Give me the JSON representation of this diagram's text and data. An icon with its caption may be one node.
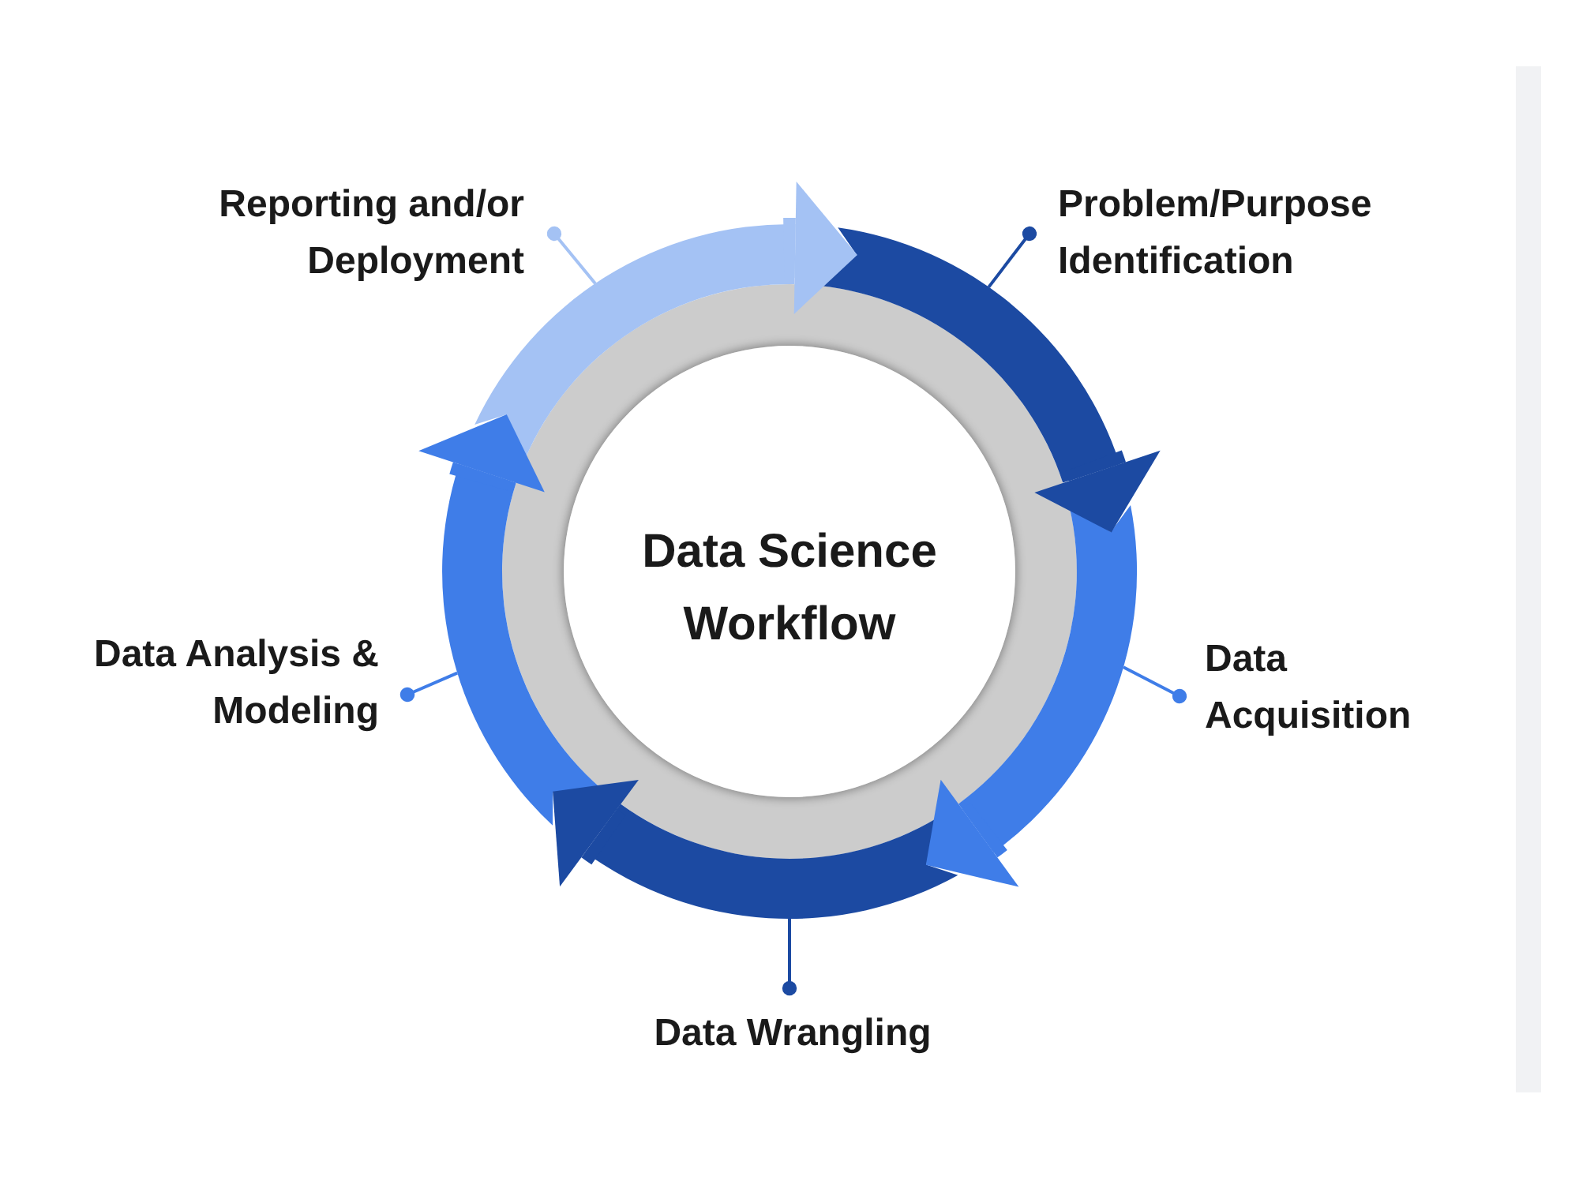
{
  "diagram": {
    "nodes": [
      {
        "text": [
          "Reporting and/or Deployment"
        ]
      },
      {
        "text": [
          "Problem/Purpose Identification"
        ]
      },
      {
        "text": [
          "Data Science Workflow"
        ]
      },
      {
        "text": [
          "Data Analysis & Modeling"
        ]
      },
      {
        "text": [
          "Data Acquisition"
        ]
      },
      {
        "text": [
          "Data Wrangling"
        ]
      },
      {
        "text": [],
        "shape": "arc"
      },
      {
        "text": [],
        "shape": "arc"
      },
      {
        "text": [],
        "shape": "arc"
      },
      {
        "text": [],
        "shape": "arc"
      },
      {
        "text": [],
        "shape": "arc"
      }
    ],
    "edges": [
      {
        "from": 0,
        "to": 6,
        "arrow": "other",
        "color": "#a4c2f4"
      },
      {
        "from": 1,
        "to": 7,
        "arrow": "other",
        "color": "#1c4aa2"
      },
      {
        "from": 3,
        "to": 8,
        "arrow": "other",
        "color": "#3f7de8"
      },
      {
        "from": 4,
        "to": 9,
        "arrow": "other",
        "color": "#3f7de8"
      },
      {
        "from": 5,
        "to": 10,
        "arrow": "other",
        "color": "#1c4aa2"
      },
      {
        "from": 6,
        "to": 7,
        "arrow": "to",
        "style": "thick",
        "color": "#a4c2f4"
      },
      {
        "from": 7,
        "to": 9,
        "arrow": "to",
        "style": "thick",
        "color": "#1c4aa2"
      },
      {
        "from": 9,
        "to": 10,
        "arrow": "to",
        "style": "thick",
        "color": "#3f7de8"
      },
      {
        "from": 10,
        "to": 8,
        "arrow": "to",
        "style": "thick",
        "color": "#1c4aa2"
      },
      {
        "from": 8,
        "to": 6,
        "arrow": "to",
        "style": "thick",
        "color": "#3f7de8"
      }
    ]
  }
}
